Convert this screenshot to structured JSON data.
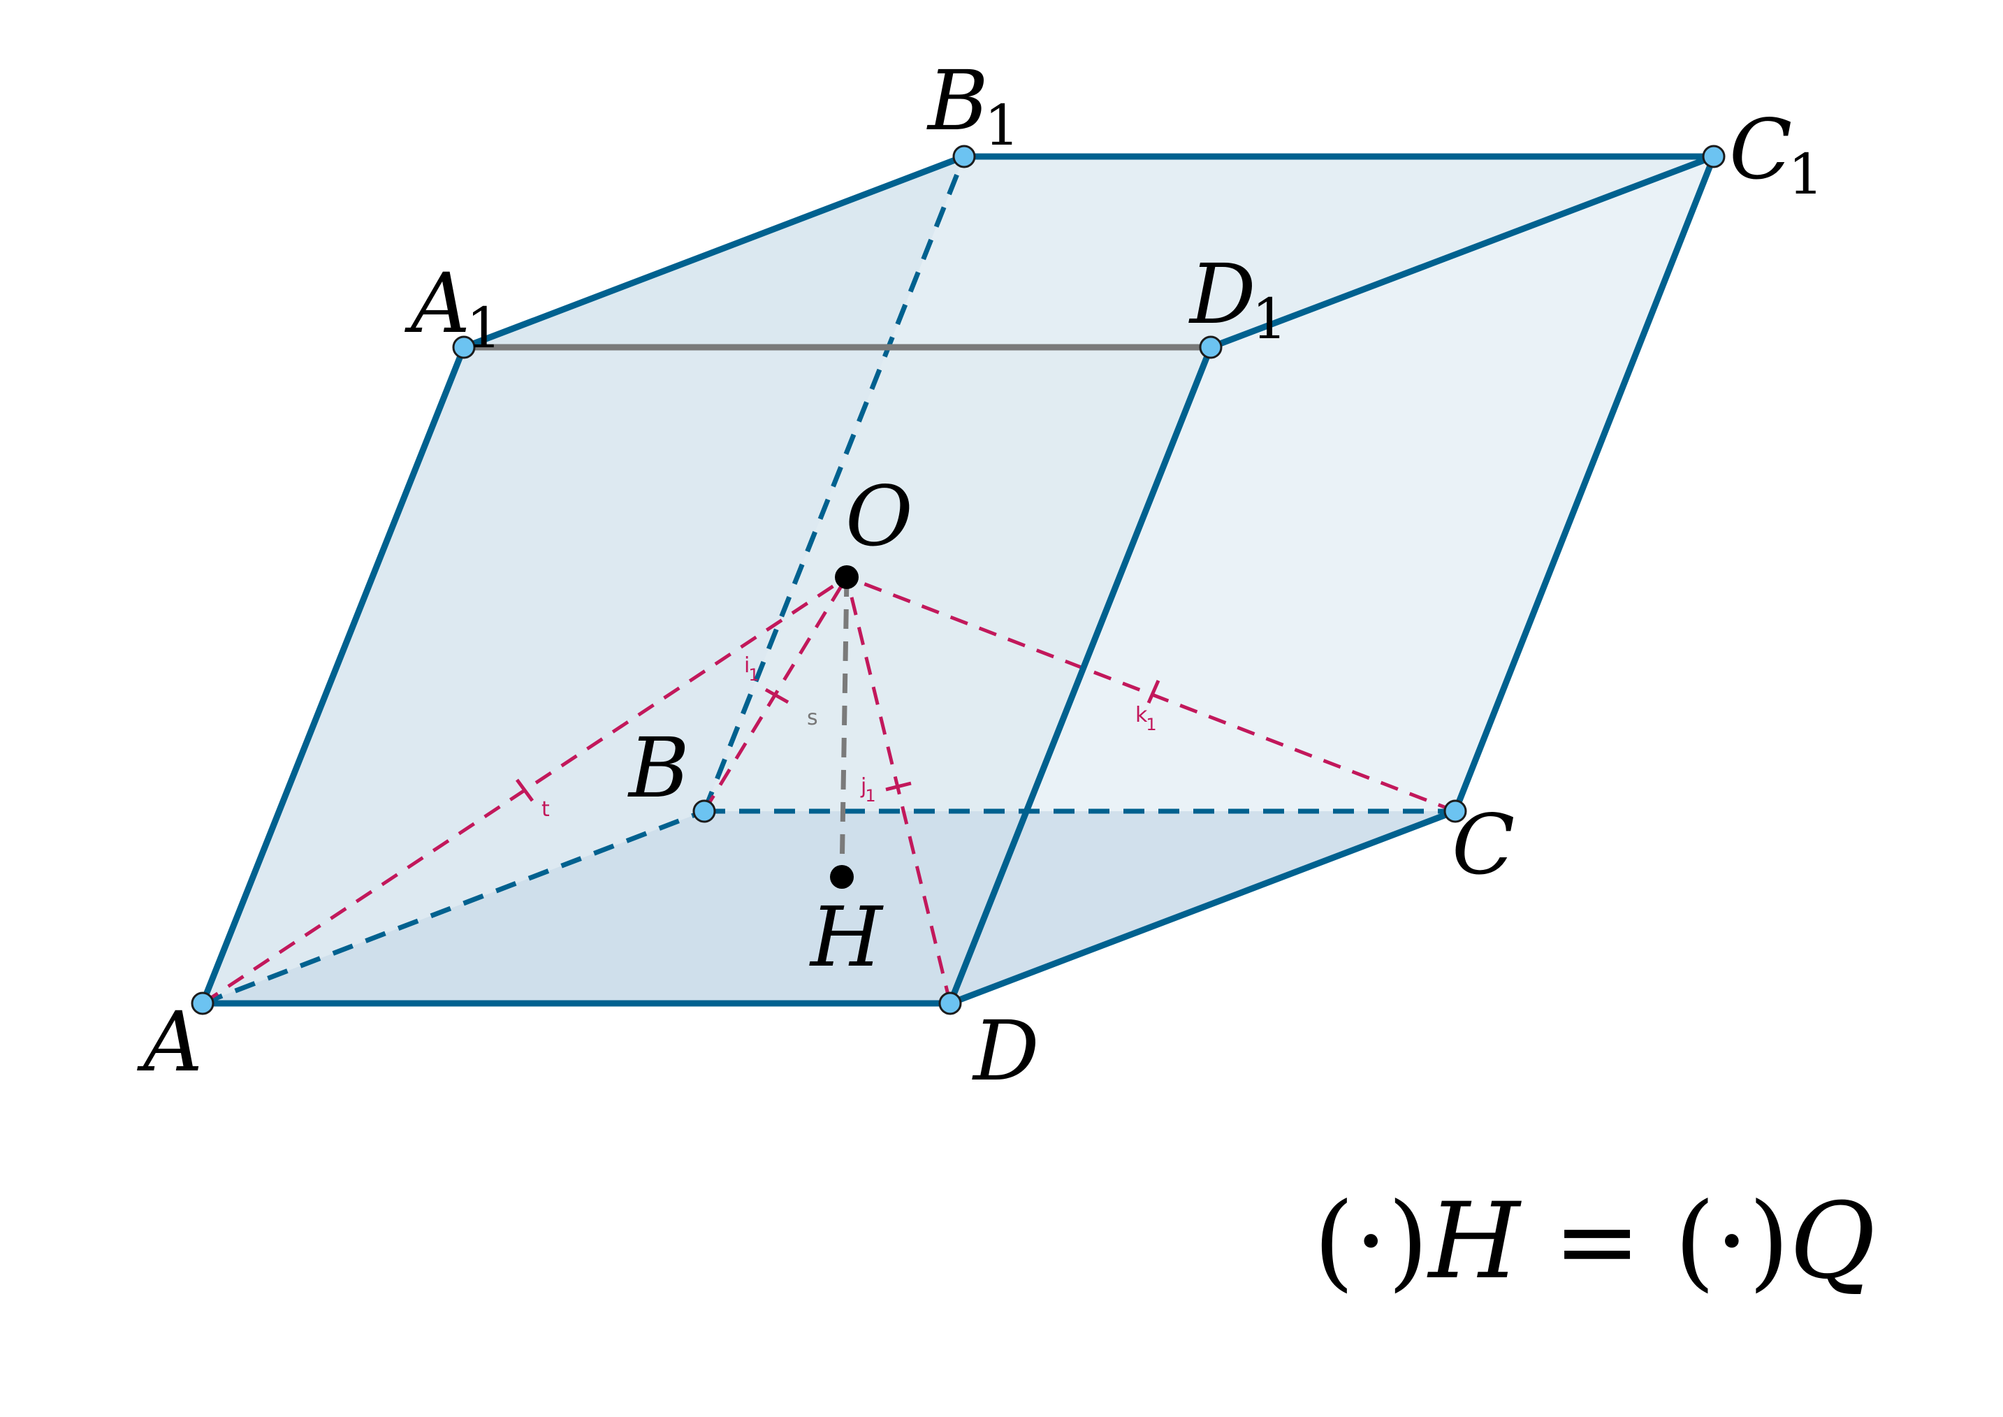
{
  "figure": {
    "vertices": {
      "A": {
        "name": "A",
        "sub": ""
      },
      "B": {
        "name": "B",
        "sub": ""
      },
      "C": {
        "name": "C",
        "sub": ""
      },
      "D": {
        "name": "D",
        "sub": ""
      },
      "A1": {
        "name": "A",
        "sub": "1"
      },
      "B1": {
        "name": "B",
        "sub": "1"
      },
      "C1": {
        "name": "C",
        "sub": "1"
      },
      "D1": {
        "name": "D",
        "sub": "1"
      }
    },
    "points": {
      "O": {
        "name": "O"
      },
      "H": {
        "name": "H"
      }
    },
    "segments": {
      "t": {
        "name": "t",
        "sub": ""
      },
      "i1": {
        "name": "i",
        "sub": "1"
      },
      "j1": {
        "name": "j",
        "sub": "1"
      },
      "k1": {
        "name": "k",
        "sub": "1"
      },
      "s": {
        "name": "s",
        "sub": ""
      }
    },
    "colors": {
      "edge": "#00618f",
      "vertex": "#6cc3f1",
      "face": "#b9d3e3",
      "apothem": "#c2185b",
      "height": "#7a7a7a"
    }
  },
  "equation": {
    "part1": "(·)",
    "var1": "H",
    "equals": " = ",
    "part2": "(·)",
    "var2": "Q"
  }
}
